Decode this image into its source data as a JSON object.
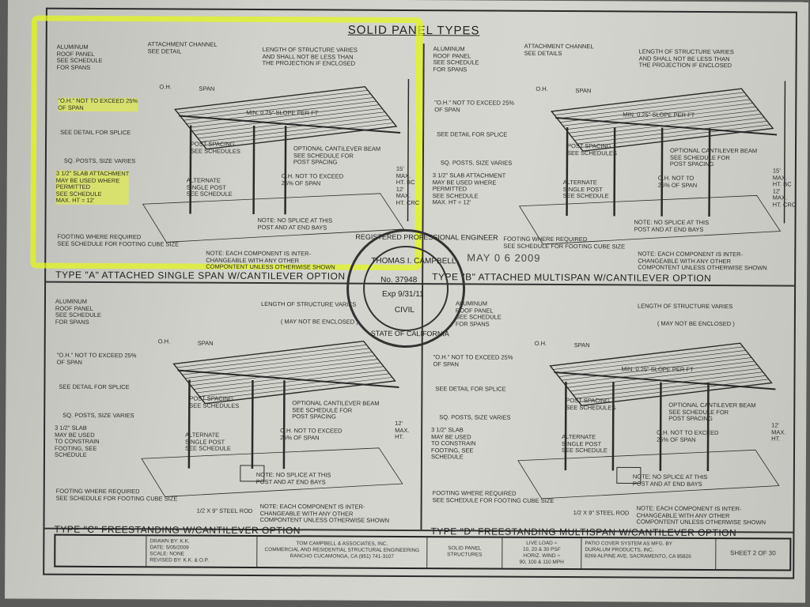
{
  "sheet_title": "SOLID PANEL TYPES",
  "panels": [
    {
      "title": "TYPE \"A\" ATTACHED SINGLE SPAN  W/CANTILEVER OPTION",
      "attachment": "ATTACHMENT CHANNEL\nSEE DETAIL",
      "roof": "ALUMINUM\nROOF PANEL\nSEE SCHEDULE\nFOR SPANS",
      "length": "LENGTH OF STRUCTURE VARIES\nAND SHALL NOT BE LESS THAN\nTHE PROJECTION IF ENCLOSED",
      "oh": "O.H.",
      "span": "SPAN",
      "slope": "MIN. 0.25\" SLOPE PER FT",
      "oh_note": "\"O.H.\" NOT TO EXCEED 25%\nOF SPAN",
      "splice": "SEE DETAIL FOR SPLICE",
      "posts": "SQ. POSTS, SIZE VARIES",
      "post_spacing": "POST SPACING\nSEE SCHEDULES",
      "cantilever": "OPTIONAL  CANTILEVER BEAM\nSEE SCHEDULE FOR\nPOST SPACING",
      "oh2": "O.H. NOT TO EXCEED\n25% OF SPAN",
      "alternate": "ALTERNATE\nSINGLE POST\nSEE SCHEDULE",
      "slab": "3 1/2\" SLAB ATTACHMENT\nMAY BE USED WHERE\nPERMITTED\nSEE SCHEDULE\nMAX. HT = 12'",
      "height": "15' MAX. HT. BC\n12' MAX. HT. CRC",
      "no_splice": "NOTE: NO SPLICE AT THIS\nPOST AND AT END BAYS",
      "footing": "FOOTING WHERE REQUIRED\nSEE SCHEDULE FOR FOOTING CUBE SIZE",
      "component": "NOTE: EACH COMPONENT IS INTER-\nCHANGEABLE WITH ANY OTHER\nCOMPONTENT UNLESS OTHERWISE SHOWN"
    },
    {
      "title": "TYPE \"B\" ATTACHED MULTISPAN  W/CANTILEVER OPTION",
      "attachment": "ATTACHMENT CHANNEL\nSEE DETAILS",
      "roof": "ALUMINUM\nROOF PANEL\nSEE SCHEDULE\nFOR SPANS",
      "length": "LENGTH OF STRUCTURE VARIES\nAND SHALL NOT BE LESS THAN\nTHE PROJECTION IF ENCLOSED",
      "oh": "O.H.",
      "span": "SPAN",
      "slope": "MIN. 0.25\" SLOPE PER FT",
      "oh_note": "\"O.H.\" NOT TO EXCEED 25%\nOF SPAN",
      "splice": "SEE DETAIL FOR SPLICE",
      "posts": "SQ. POSTS, SIZE VARIES",
      "post_spacing": "POST SPACING\nSEE SCHEDULES",
      "cantilever": "OPTIONAL  CANTILEVER   BEAM\nSEE SCHEDULE FOR\nPOST SPACING",
      "oh2": "O.H. NOT TO\n25% OF SPAN",
      "alternate": "ALTERNATE\nSINGLE POST\nSEE SCHEDULE",
      "slab": "3 1/2\" SLAB ATTACHMENT\nMAY BE USED WHERE\nPERMITTED\nSEE SCHEDULE\nMAX. HT = 12'",
      "height": "15' MAX. HT. BC\n12' MAX. HT. CRC",
      "no_splice": "NOTE: NO SPLICE AT THIS\nPOST AND AT END BAYS",
      "footing": "FOOTING WHERE REQUIRED\nSEE SCHEDULE FOR FOOTING CUBE SIZE",
      "component": "NOTE: EACH COMPONENT IS INTER-\nCHANGEABLE WITH ANY OTHER\nCOMPONTENT UNLESS OTHERWISE SHOWN"
    },
    {
      "title": "TYPE \"C\" FREESTANDING  W/CANTILEVER OPTION",
      "roof": "ALUMINUM\nROOF PANEL\nSEE SCHEDULE\nFOR SPANS",
      "length": "LENGTH OF STRUCTURE VARIES",
      "enclosed": "( MAY NOT BE ENCLOSED )",
      "oh": "O.H.",
      "span": "SPAN",
      "oh_note": "\"O.H.\" NOT TO EXCEED 25%\nOF SPAN",
      "splice": "SEE DETAIL FOR SPLICE",
      "posts": "SQ. POSTS, SIZE VARIES",
      "post_spacing": "POST SPACING\nSEE SCHEDULES",
      "cantilever": "OPTIONAL  CANTILEVER   BEAM\nSEE SCHEDULE FOR\nPOST SPACING",
      "oh2": "O.H. NOT TO EXCEED\n25% OF SPAN",
      "alternate": "ALTERNATE\nSINGLE POST\nSEE SCHEDULE",
      "slab": "3 1/2\" SLAB\nMAY BE USED\nTO CONSTRAIN\nFOOTING, SEE\nSCHEDULE",
      "height": "12' MAX. HT.",
      "no_splice": "NOTE: NO SPLICE AT THIS\nPOST AND AT END BAYS",
      "footing": "FOOTING WHERE REQUIRED\nSEE SCHEDULE FOR FOOTING CUBE SIZE",
      "rod": "1/2 x 9\" STEEL ROD",
      "component": "NOTE: EACH COMPONENT IS INTER-\nCHANGEABLE WITH ANY OTHER\nCOMPONTENT UNLESS OTHERWISE SHOWN"
    },
    {
      "title": "TYPE \"D\" FREESTANDING MULTISPAN  W/CANTILEVER OPTION",
      "roof": "ALUMINUM\nROOF PANEL\nSEE SCHEDULE\nFOR SPANS",
      "slope": "MIN. 0.25\" SLOPE PER FT",
      "length": "LENGTH OF STRUCTURE VARIES",
      "enclosed": "( MAY NOT BE ENCLOSED )",
      "oh": "O.H.",
      "span": "SPAN",
      "oh_note": "\"O.H.\" NOT TO EXCEED 25%\nOF SPAN",
      "splice": "SEE DETAIL FOR SPLICE",
      "posts": "SQ. POSTS, SIZE VARIES",
      "post_spacing": "POST SPACING\nSEE SCHEDULES",
      "cantilever": "OPTIONAL  CANTILEVER   BEAM\nSEE SCHEDULE FOR\nPOST SPACING",
      "oh2": "O.H. NOT TO EXCEED\n25% OF SPAN",
      "alternate": "ALTERNATE\nSINGLE POST\nSEE SCHEDULE",
      "slab": "3 1/2\" SLAB\nMAY BE USED\nTO CONSTRAIN\nFOOTING, SEE\nSCHEDULE",
      "height": "12' MAX. HT.",
      "no_splice": "NOTE: NO SPLICE AT THIS\nPOST AND AT END BAYS",
      "footing": "FOOTING WHERE REQUIRED\nSEE SCHEDULE FOR FOOTING CUBE SIZE",
      "rod": "1/2 x 9\" STEEL ROD",
      "component": "NOTE: EACH COMPONENT IS INTER-\nCHANGEABLE WITH ANY OTHER\nCOMPONTENT UNLESS OTHERWISE SHOWN"
    }
  ],
  "stamp": {
    "ring": "REGISTERED PROFESSIONAL ENGINEER",
    "name": "THOMAS I. CAMPBELL",
    "number": "No. 37948",
    "exp": "Exp 9/31/11",
    "discipline": "CIVIL",
    "state": "STATE OF CALIFORNIA"
  },
  "date_stamp": "MAY 0 6 2009",
  "title_block": {
    "drawn": "DRAWN BY: K.K.\nDATE: 5/05/2009\nSCALE: NONE\nREVISED BY: K.K. & O.P.",
    "firm": "TOM CAMPBELL & ASSOCIATES, INC.\nCOMMERCIAL AND RESIDENTIAL STRUCTURAL ENGINEERING\nRANCHO CUCAMONGA, CA  (951) 741-3107",
    "drawing": "SOLID PANEL\nSTRUCTURES",
    "loads": "LIVE LOAD =\n10, 20 & 30 psf\nHORIZ. WIND =\n90, 100 & 110 MPH",
    "product": "PATIO COVER SYSTEM AS MFG. BY\nDURALUM PRODUCTS, INC.\n8269 ALPINE AVE.  SACRAMENTO, CA 95826",
    "sheet": "SHEET 2 OF 30"
  },
  "colors": {
    "highlight": "#e1f51e",
    "ink": "#2a2a2a",
    "paper": "#d2d2cc"
  }
}
